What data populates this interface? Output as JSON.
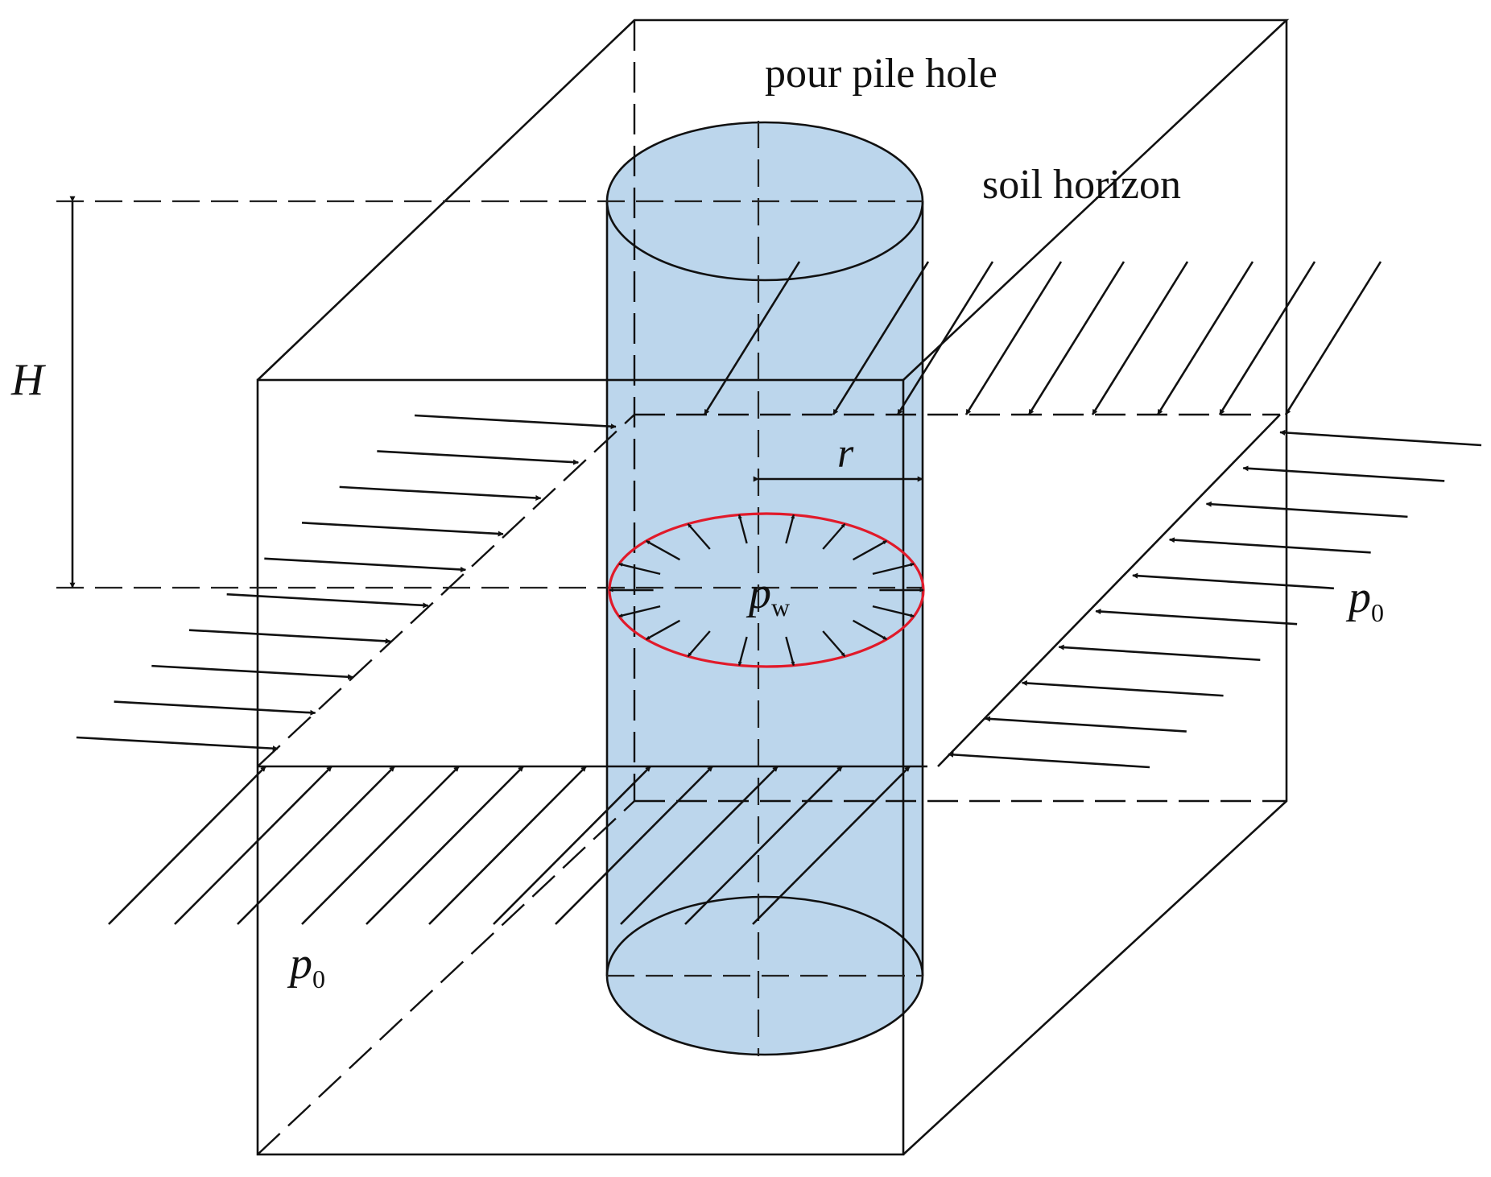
{
  "labels": {
    "pour_pile_hole": "pour pile hole",
    "soil_horizon": "soil horizon",
    "H": "H",
    "r": "r",
    "p_w_main": "p",
    "p_w_sub": "w",
    "p0_right_main": "p",
    "p0_right_sub": "0",
    "p0_left_main": "p",
    "p0_left_sub": "0"
  },
  "colors": {
    "pile_fill": "#bcd6ec",
    "cavity_outline": "#e11a2a",
    "line": "#111111",
    "background": "#ffffff"
  }
}
